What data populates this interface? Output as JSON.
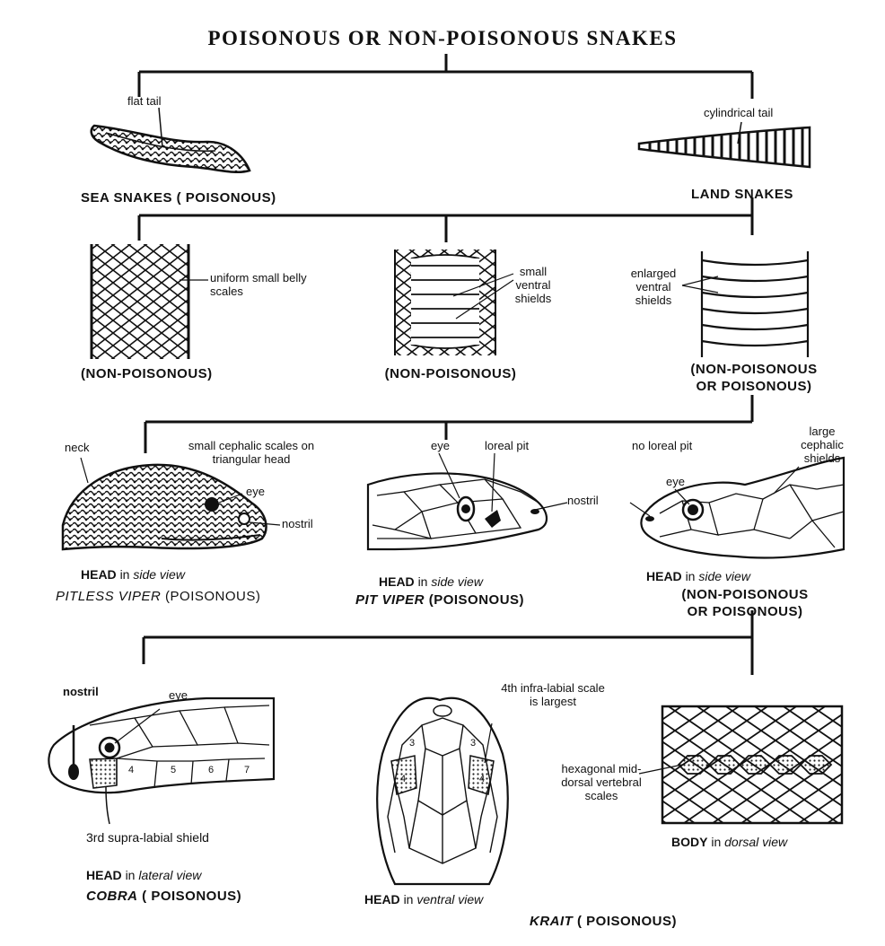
{
  "title": "POISONOUS OR NON-POISONOUS SNAKES",
  "level1": {
    "sea": {
      "label": "flat tail",
      "caption": "SEA SNAKES ( POISONOUS)"
    },
    "land": {
      "label": "cylindrical tail",
      "caption": "LAND SNAKES"
    }
  },
  "level2": {
    "uniform": {
      "label": "uniform small belly scales",
      "caption": "(NON-POISONOUS)"
    },
    "small_ventral": {
      "label": "small ventral shields",
      "caption": "(NON-POISONOUS)"
    },
    "enlarged": {
      "label": "enlarged ventral shields",
      "caption_line1": "(NON-POISONOUS",
      "caption_line2": "OR POISONOUS)"
    }
  },
  "level3": {
    "pitless": {
      "labels": {
        "neck": "neck",
        "cephalic": "small cephalic scales on triangular head",
        "eye": "eye",
        "nostril": "nostril"
      },
      "head_prefix": "HEAD",
      "head_in": "in",
      "head_view": "side view",
      "name": "PITLESS VIPER",
      "status": "(POISONOUS)"
    },
    "pit": {
      "labels": {
        "eye": "eye",
        "loreal": "loreal pit",
        "nostril": "nostril"
      },
      "head_prefix": "HEAD",
      "head_in": "in",
      "head_view": "side view",
      "name": "PIT VIPER",
      "status": "(POISONOUS)"
    },
    "nopit": {
      "labels": {
        "no_loreal": "no loreal pit",
        "large": "large cephalic shields",
        "eye": "eye"
      },
      "head_prefix": "HEAD",
      "head_in": "in",
      "head_view": "side view",
      "caption_line1": "(NON-POISONOUS",
      "caption_line2": "OR POISONOUS)"
    }
  },
  "level4": {
    "cobra": {
      "labels": {
        "nostril": "nostril",
        "eye": "eye",
        "supra": "3rd supra-labial shield",
        "n4": "4",
        "n5": "5",
        "n6": "6",
        "n7": "7"
      },
      "head_prefix": "HEAD",
      "head_in": "in",
      "head_view": "lateral view",
      "name": "COBRA",
      "status": "( POISONOUS)"
    },
    "krait": {
      "labels": {
        "infra": "4th infra-labial scale is largest",
        "n3a": "3",
        "n3b": "3",
        "n4a": "4",
        "n4b": "4",
        "hex": "hexagonal mid-dorsal vertebral scales"
      },
      "head_prefix": "HEAD",
      "head_in": "in",
      "head_view": "ventral view",
      "body_prefix": "BODY",
      "body_in": "in",
      "body_view": "dorsal view",
      "name": "KRAIT",
      "status": "( POISONOUS)"
    }
  }
}
